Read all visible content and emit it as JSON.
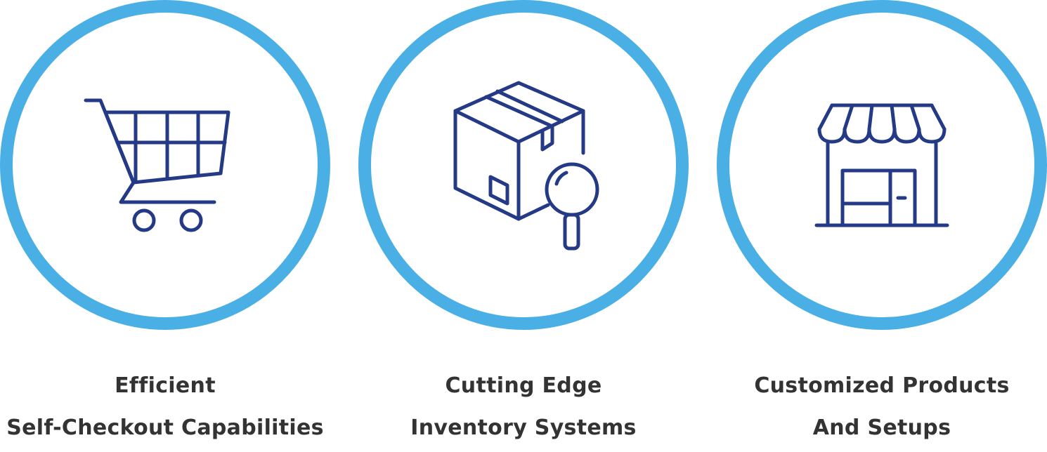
{
  "colors": {
    "ring": "#4aafe4",
    "icon_stroke": "#253a86",
    "caption_text": "#333333",
    "background": "#ffffff"
  },
  "features": [
    {
      "icon": "shopping-cart-icon",
      "line1": "Efficient",
      "line2": "Self-Checkout Capabilities"
    },
    {
      "icon": "box-magnifier-icon",
      "line1": "Cutting Edge",
      "line2": "Inventory Systems"
    },
    {
      "icon": "storefront-icon",
      "line1": "Customized Products",
      "line2": "And Setups"
    }
  ]
}
